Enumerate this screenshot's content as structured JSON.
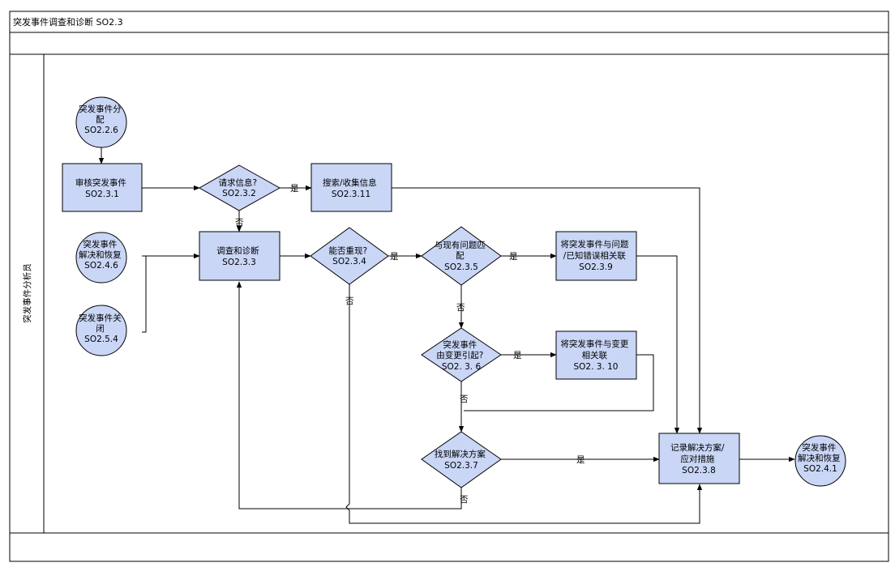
{
  "title": "突发事件调查和诊断 SO2.3",
  "lane": "突发事件分析员",
  "nodes": {
    "n1": [
      "突发事件分",
      "配",
      "SO2.2.6"
    ],
    "n2": [
      "审核突发事件",
      "SO2.3.1"
    ],
    "n3": [
      "请求信息?",
      "SO2.3.2"
    ],
    "n4": [
      "搜索/收集信息",
      "SO2.3.11"
    ],
    "n5": [
      "突发事件",
      "解决和恢复",
      "SO2.4.6"
    ],
    "n6": [
      "突发事件关",
      "闭",
      "SO2.5.4"
    ],
    "n7": [
      "调查和诊断",
      "SO2.3.3"
    ],
    "n8": [
      "能否重现?",
      "SO2.3.4"
    ],
    "n9": [
      "与现有问题匹",
      "配",
      "SO2.3.5"
    ],
    "n10": [
      "将突发事件与问题",
      "/已知错误相关联",
      "SO2.3.9"
    ],
    "n11": [
      "突发事件",
      "由变更引起?",
      "SO2. 3. 6"
    ],
    "n12": [
      "将突发事件与变更",
      "相关联",
      "SO2. 3. 10"
    ],
    "n13": [
      "找到解决方案",
      "SO2.3.7"
    ],
    "n14": [
      "记录解决方案/",
      "应对措施",
      "SO2.3.8"
    ],
    "n15": [
      "突发事件",
      "解决和恢复",
      "SO2.4.1"
    ]
  },
  "edge_labels": {
    "e3_yes": "是",
    "e3_no": "否",
    "e8_yes": "是",
    "e8_no": "否",
    "e9_yes": "是",
    "e9_no": "否",
    "e11_yes": "是",
    "e11_no": "否",
    "e13_yes": "是",
    "e13_no": "否"
  },
  "colors": {
    "node_fill": "#c9d6f6",
    "line": "#000000",
    "background": "#ffffff"
  }
}
